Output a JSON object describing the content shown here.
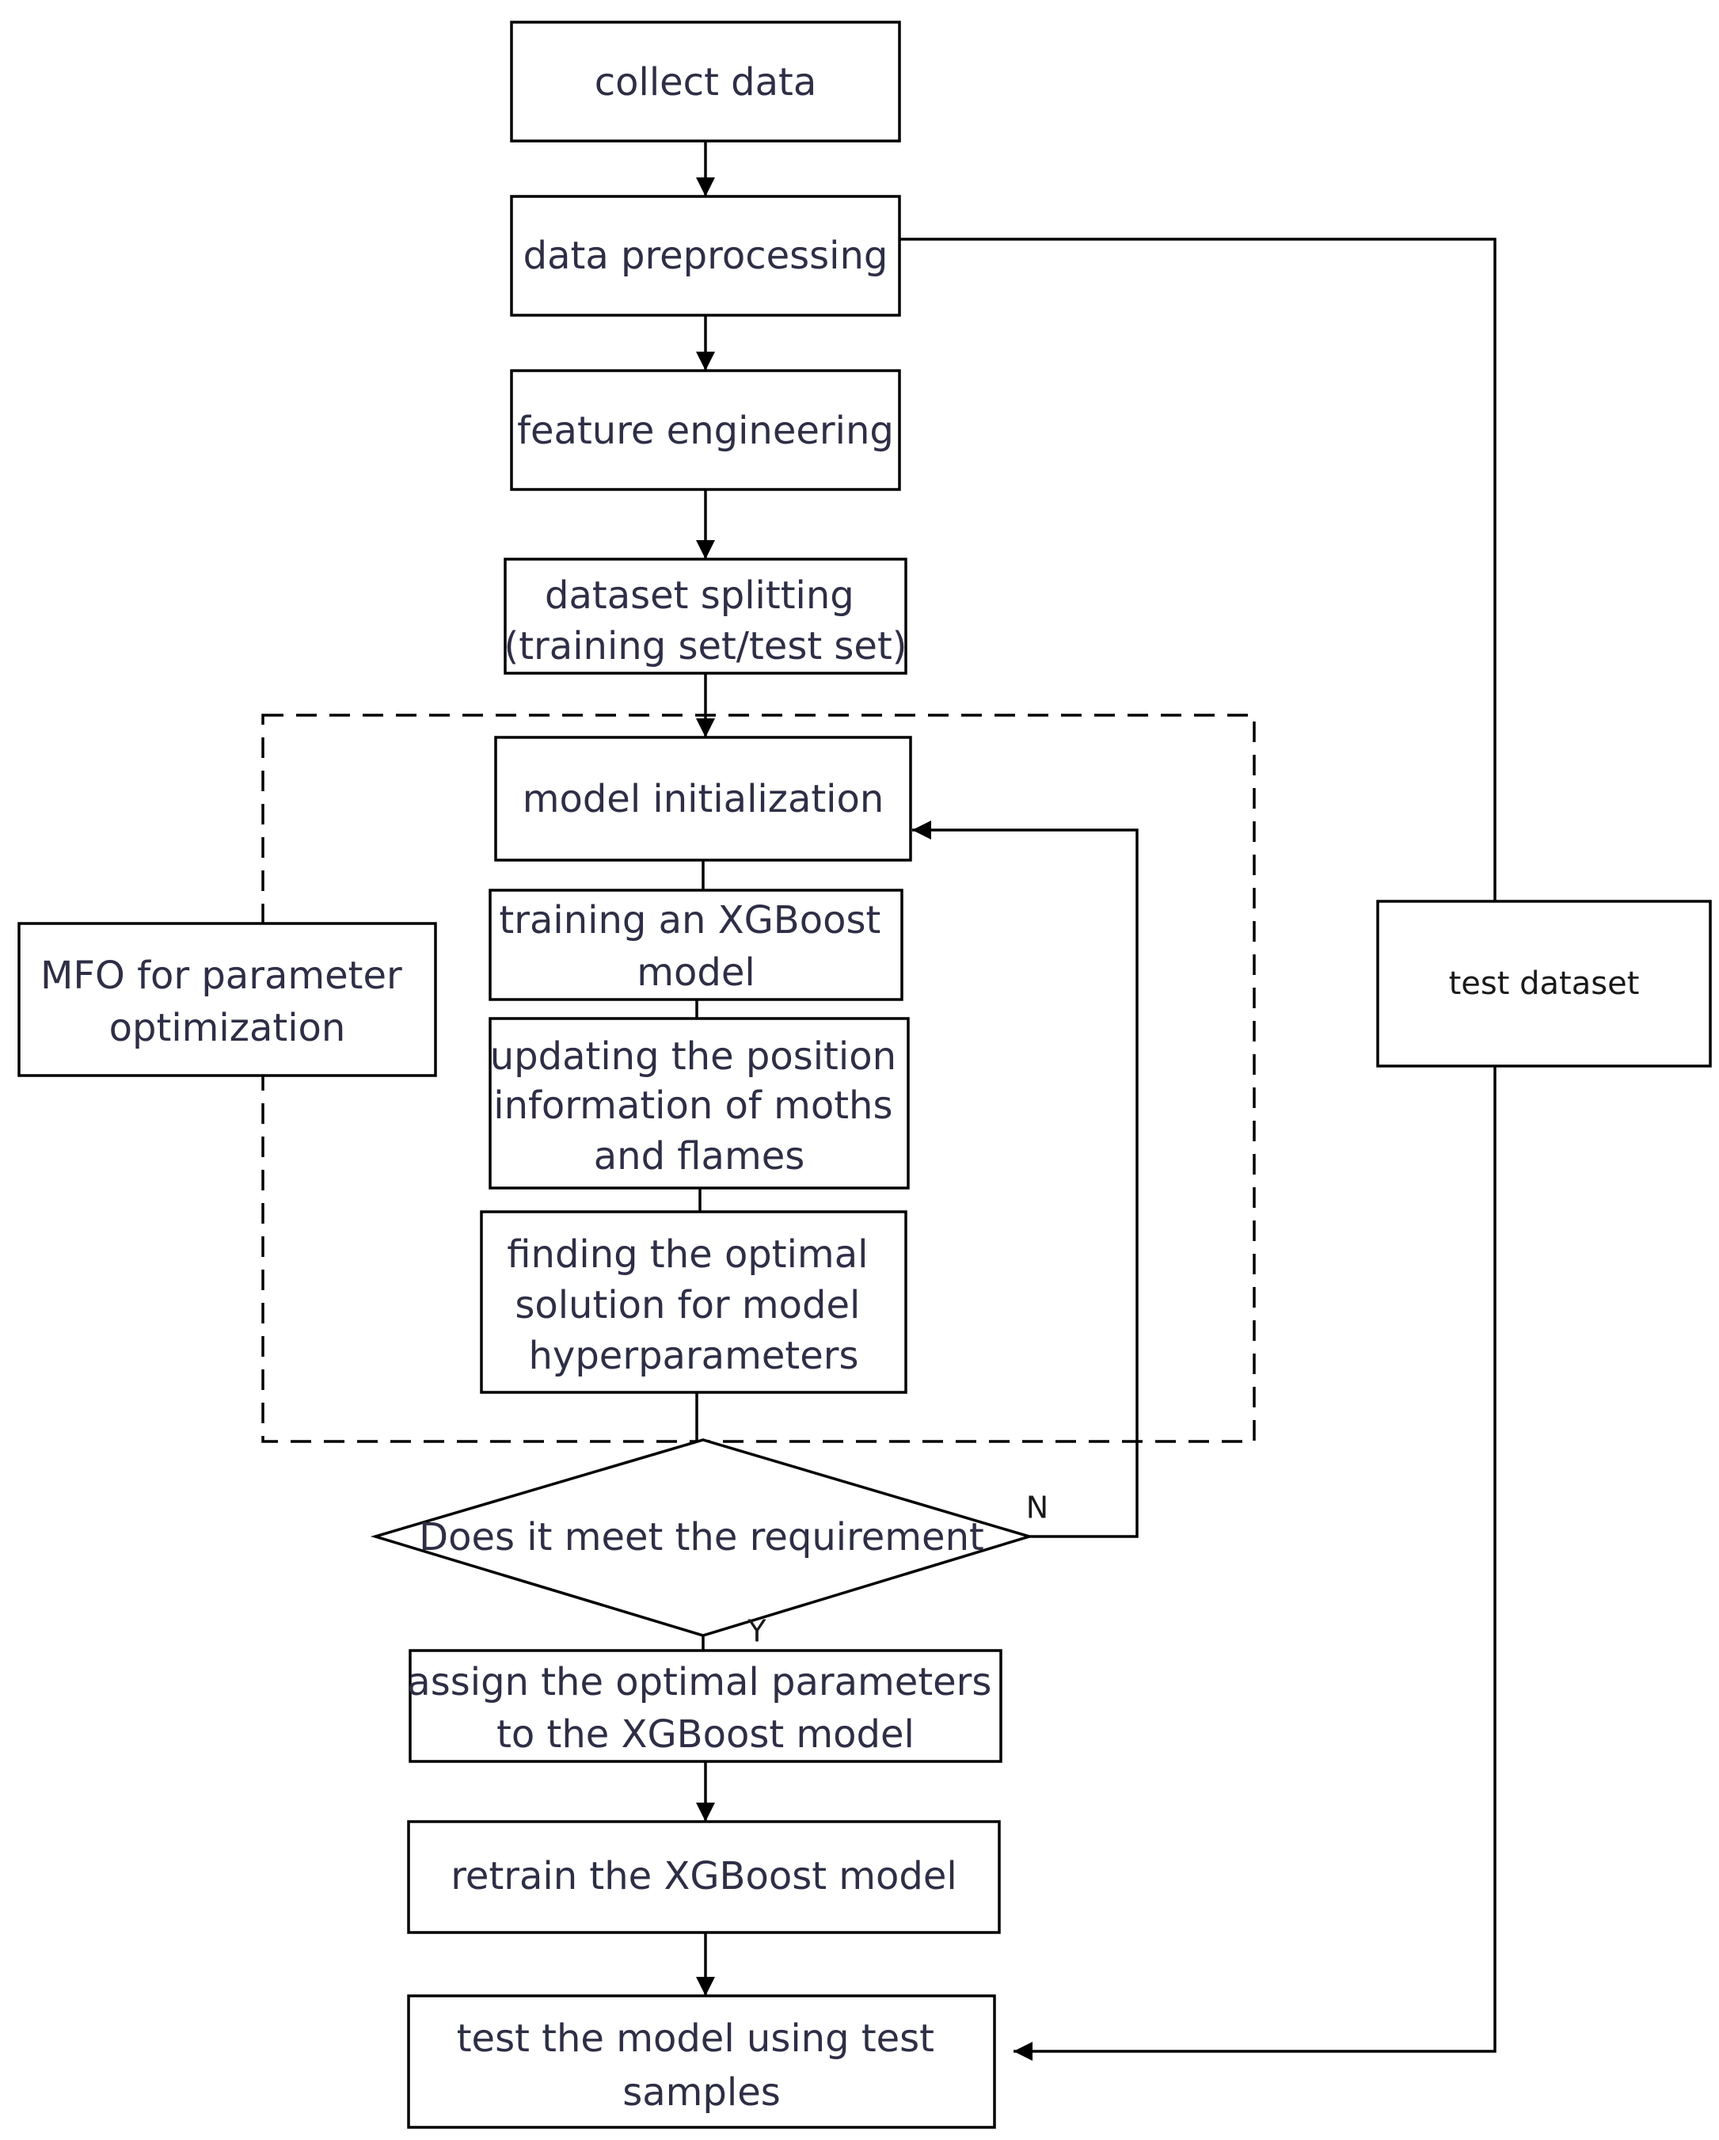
{
  "nodes": {
    "collect": "collect data",
    "preprocess": "data preprocessing",
    "feature": "feature engineering",
    "split": [
      "dataset splitting",
      "(training set/test set)"
    ],
    "init": "model initialization",
    "train": [
      "training an XGBoost",
      "model"
    ],
    "update": [
      "updating the position",
      "information of moths",
      "and flames"
    ],
    "find": [
      "finding the optimal",
      "solution for model",
      "hyperparameters"
    ],
    "decision": "Does it meet the requirement",
    "assign": [
      "assign the optimal parameters",
      "to the XGBoost model"
    ],
    "retrain": "retrain the XGBoost model",
    "test": [
      "test the model using test",
      "samples"
    ],
    "mfo": [
      "MFO  for parameter",
      "optimization"
    ],
    "test_dataset": "test dataset"
  },
  "edge_labels": {
    "no": "N",
    "yes": "Y"
  }
}
